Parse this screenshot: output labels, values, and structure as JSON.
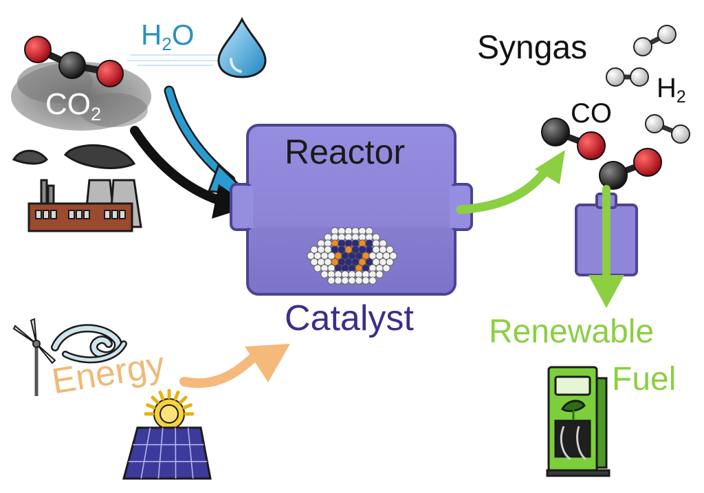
{
  "labels": {
    "h2o": {
      "main": "H",
      "sub": "2",
      "tail": "O"
    },
    "co2": {
      "main": "CO",
      "sub": "2"
    },
    "reactor": "Reactor",
    "catalyst": "Catalyst",
    "syngas": "Syngas",
    "h2": {
      "main": "H",
      "sub": "2"
    },
    "co": "CO",
    "energy": "Energy",
    "renewable": "Renewable",
    "fuel": "Fuel"
  },
  "colors": {
    "water_arrow": "#2a9bd0",
    "co2_arrow": "#111111",
    "energy_arrow": "#f5b97c",
    "fuel_arrow": "#8ccf42",
    "reactor_fill": "#8f86d9",
    "reactor_border": "#4d4393",
    "carbon_atom": "#2b2b2b",
    "oxygen_atom": "#d21f2b",
    "hydrogen_atom": "#eeeeee",
    "factory_brick": "#9a4a2e",
    "pump_green": "#7ccf3a"
  },
  "icons": [
    "water-drop-icon",
    "co2-smoke-icon",
    "factory-icon",
    "wind-turbine-icon",
    "wind-swirl-icon",
    "solar-panel-icon",
    "sun-icon",
    "catalyst-nanoparticle-icon",
    "fuel-pump-icon",
    "fuel-container-icon"
  ]
}
